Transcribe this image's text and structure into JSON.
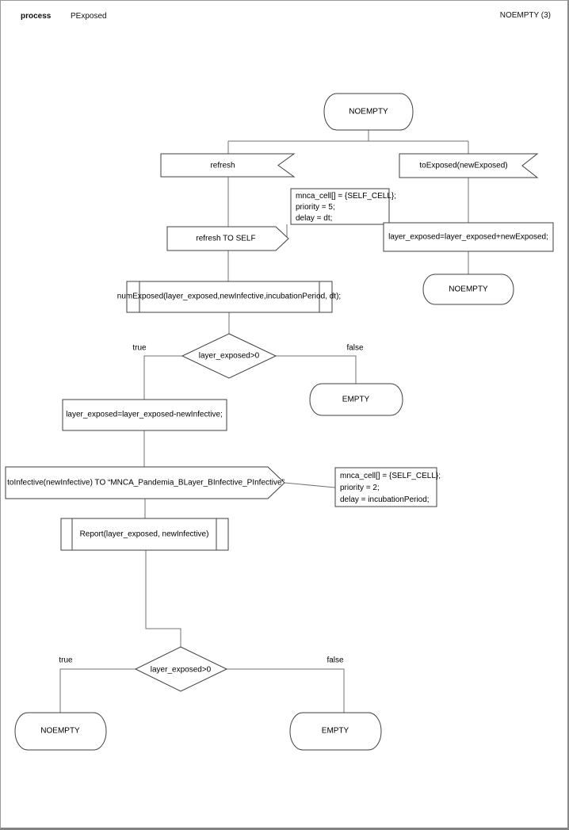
{
  "header": {
    "kind_label": "process",
    "name": "PExposed",
    "state_ref": "NOEMPTY (3)"
  },
  "colors": {
    "background": "#ffffff",
    "page_border": "#8a8a8a",
    "connector_line": "#737373",
    "shape_border": "#3f3f3f",
    "text": "#000000"
  },
  "nodes": {
    "start_state": "NOEMPTY",
    "refresh_receive": "refresh",
    "to_exposed_receive": "toExposed(newExposed)",
    "note_refresh": {
      "lines": [
        "mnca_cell[] = {SELF_CELL};",
        "priority = 5;",
        "delay = dt;"
      ]
    },
    "refresh_send": "refresh TO SELF",
    "add_exposed_action": "layer_exposed=layer_exposed+newExposed;",
    "noempty_right_state": "NOEMPTY",
    "num_exposed_call": "numExposed(layer_exposed,newInfective,incubationPeriod, dt);",
    "decision1": "layer_exposed>0",
    "decision1_true": "true",
    "decision1_false": "false",
    "empty_state_1": "EMPTY",
    "subtract_infective_action": "layer_exposed=layer_exposed-newInfective;",
    "to_infective_send": "toInfective(newInfective) TO “MNCA_Pandemia_BLayer_BInfective_PInfective”",
    "note_infective": {
      "lines": [
        "mnca_cell[] = {SELF_CELL};",
        "priority = 2;",
        "delay = incubationPeriod;"
      ]
    },
    "report_call": "Report(layer_exposed, newInfective)",
    "decision2": "layer_exposed>0",
    "decision2_true": "true",
    "decision2_false": "false",
    "noempty_end_state": "NOEMPTY",
    "empty_state_2": "EMPTY"
  }
}
